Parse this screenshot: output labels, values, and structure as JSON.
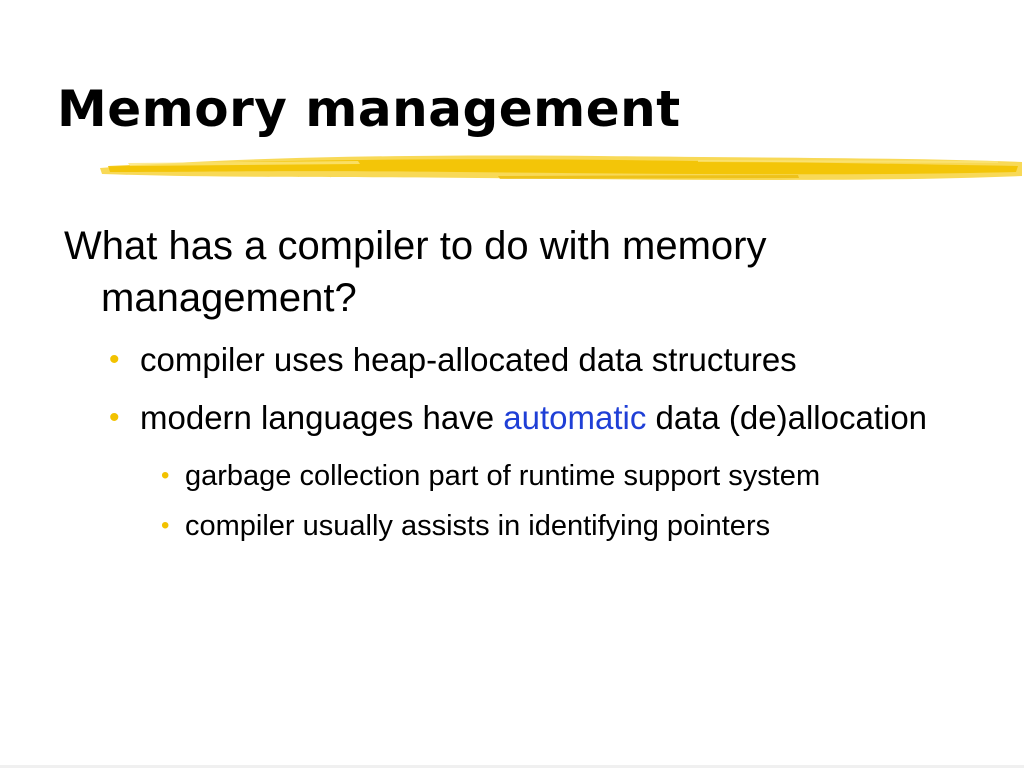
{
  "slide": {
    "title": "Memory management",
    "accent_color": "#f2c200",
    "highlight_color": "#1f3fd6",
    "main_point": "What has a compiler to do with memory management?",
    "sub_points": [
      {
        "text": "compiler uses heap-allocated data structures"
      },
      {
        "text_before": "modern languages have",
        "highlight": "automatic",
        "text_after": "data (de)allocation",
        "sub_points": [
          {
            "text": "garbage collection part of runtime support system"
          },
          {
            "text": "compiler usually assists in identifying pointers"
          }
        ]
      }
    ]
  }
}
